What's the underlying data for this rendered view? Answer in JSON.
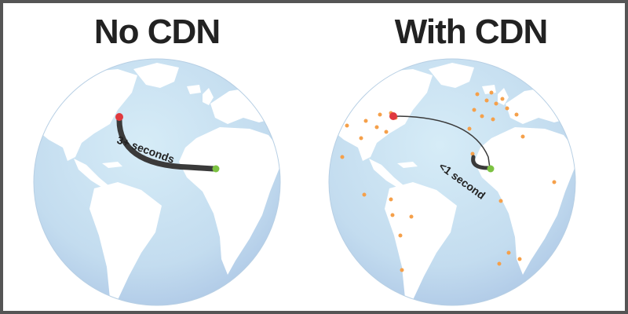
{
  "panels": [
    {
      "title": "No CDN",
      "latency_label": "3+ seconds",
      "path_style": "thick",
      "edge_servers": false
    },
    {
      "title": "With CDN",
      "latency_label": "<1 second",
      "path_style": "thin",
      "edge_servers": true
    }
  ],
  "colors": {
    "frame": "#555555",
    "ocean": "#c9e3f2",
    "land": "#ffffff",
    "origin_point": "#e0393e",
    "destination_point": "#7cc242",
    "edge_server": "#f5a04a",
    "path": "#3a3a3a"
  }
}
